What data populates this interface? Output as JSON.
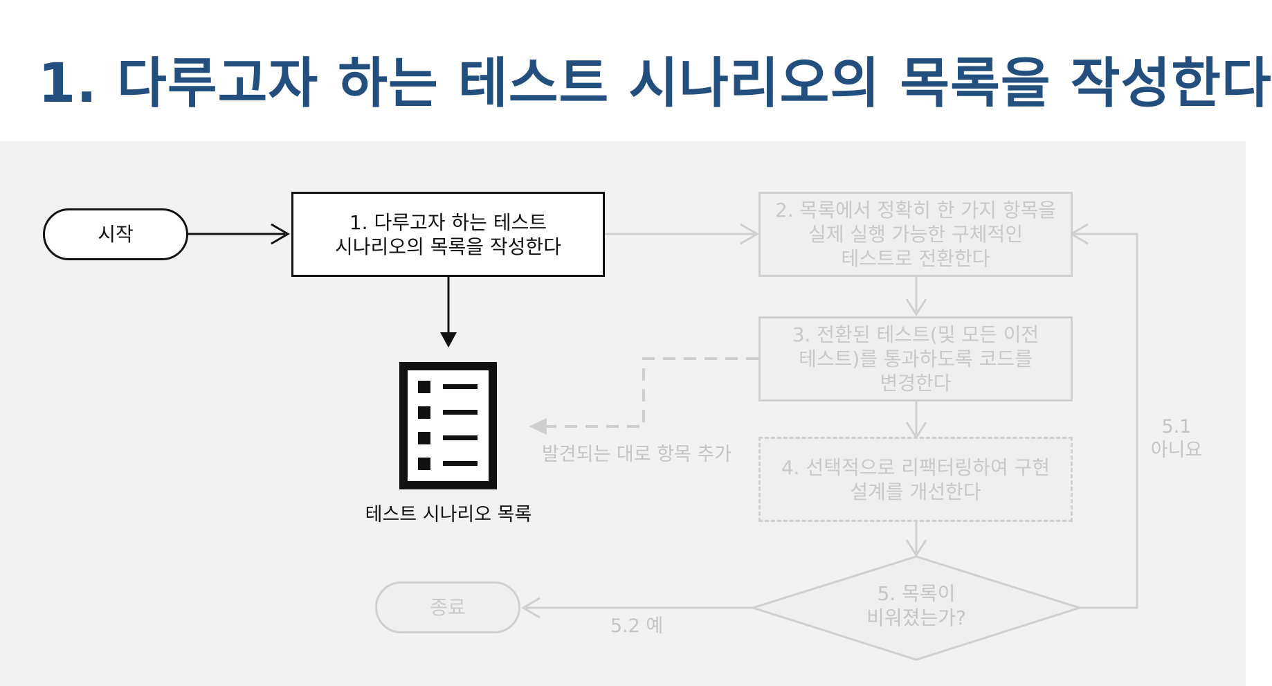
{
  "title": "1. 다루고자 하는 테스트 시나리오의 목록을 작성한다",
  "nodes": {
    "start": "시작",
    "step1": "1. 다루고자 하는 테스트\n시나리오의 목록을 작성한다",
    "step2": "2. 목록에서 정확히 한 가지 항목을\n실제 실행 가능한 구체적인\n테스트로 전환한다",
    "step3": "3. 전환된 테스트(및 모든 이전\n테스트)를 통과하도록 코드를\n변경한다",
    "step4": "4. 선택적으로 리팩터링하여 구현\n설계를 개선한다",
    "step5": "5. 목록이\n비워졌는가?",
    "end": "종료"
  },
  "labels": {
    "list_caption": "테스트 시나리오 목록",
    "add_items": "발견되는 대로 항목 추가",
    "no_branch": "5.1\n아니요",
    "yes_branch": "5.2 예"
  },
  "icons": {
    "list_document": "list-document-icon"
  },
  "colors": {
    "title": "#234f7e",
    "active": "#111111",
    "faded": "#cfcfcf",
    "background": "#f2f2f2"
  }
}
